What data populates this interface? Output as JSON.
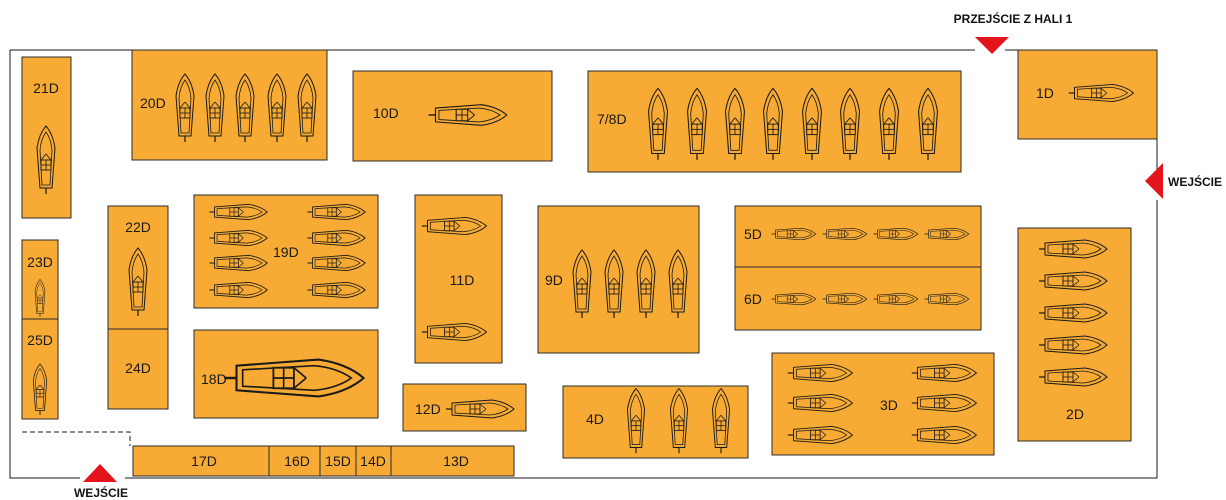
{
  "colors": {
    "stand_fill": "#F7AB35",
    "stand_stroke": "#2b2b2b",
    "hall_wall": "#1a1a1a",
    "arrow": "#E3141B",
    "boat_fill": "#F7AB35",
    "boat_stroke": "#1a1a1a"
  },
  "signs": {
    "hall_passage": "PRZEJŚCIE Z HALI 1",
    "entrance_right": "WEJŚCIE",
    "entrance_bottom": "WEJŚCIE"
  },
  "icons": {
    "entrance_marker": "red-triangle-arrow",
    "boat": "boat-top-view-icon"
  },
  "stands": [
    {
      "id": "21D",
      "label": "21D",
      "boats": 1
    },
    {
      "id": "20D",
      "label": "20D",
      "boats": 5
    },
    {
      "id": "10D",
      "label": "10D",
      "boats": 1
    },
    {
      "id": "7/8D",
      "label": "7/8D",
      "boats": 8
    },
    {
      "id": "1D",
      "label": "1D",
      "boats": 1
    },
    {
      "id": "22D",
      "label": "22D",
      "boats": 1
    },
    {
      "id": "19D",
      "label": "19D",
      "boats": 8
    },
    {
      "id": "11D",
      "label": "11D",
      "boats": 2
    },
    {
      "id": "9D",
      "label": "9D",
      "boats": 4
    },
    {
      "id": "5D",
      "label": "5D",
      "boats": 4
    },
    {
      "id": "6D",
      "label": "6D",
      "boats": 4
    },
    {
      "id": "2D",
      "label": "2D",
      "boats": 5
    },
    {
      "id": "23D",
      "label": "23D",
      "boats": 1
    },
    {
      "id": "25D",
      "label": "25D",
      "boats": 1
    },
    {
      "id": "24D",
      "label": "24D",
      "boats": 0
    },
    {
      "id": "18D",
      "label": "18D",
      "boats": 1
    },
    {
      "id": "12D",
      "label": "12D",
      "boats": 1
    },
    {
      "id": "4D",
      "label": "4D",
      "boats": 3
    },
    {
      "id": "3D",
      "label": "3D",
      "boats": 6
    },
    {
      "id": "17D",
      "label": "17D",
      "boats": 0
    },
    {
      "id": "16D",
      "label": "16D",
      "boats": 0
    },
    {
      "id": "15D",
      "label": "15D",
      "boats": 0
    },
    {
      "id": "14D",
      "label": "14D",
      "boats": 0
    },
    {
      "id": "13D",
      "label": "13D",
      "boats": 0
    }
  ]
}
